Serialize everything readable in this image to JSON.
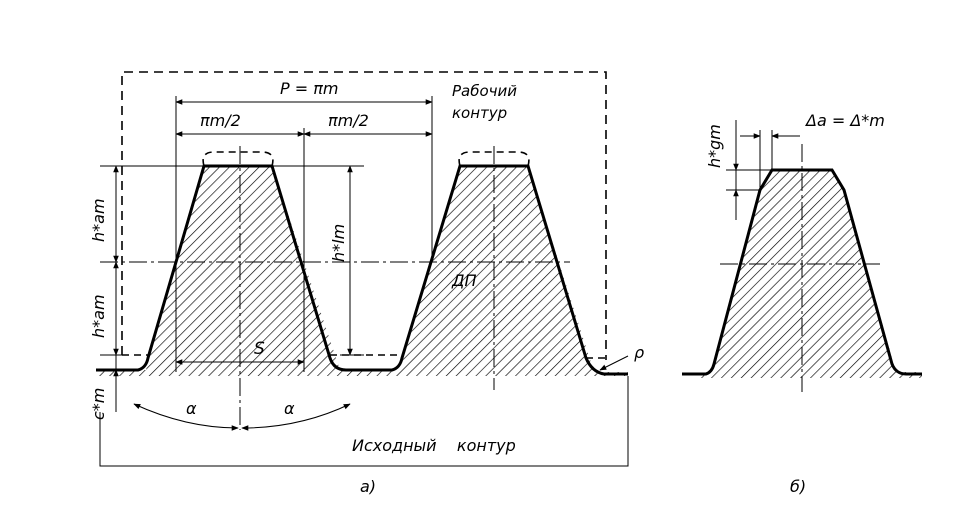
{
  "figure_a": {
    "label": "а)",
    "pitch_label": "P = πm",
    "half_pitch_left": "πm/2",
    "half_pitch_right": "πm/2",
    "working_contour_line1": "Рабочий",
    "working_contour_line2": "контур",
    "addendum_label": "h*am",
    "dedendum_label": "h*am",
    "working_depth_label": "h*lm",
    "clearance_label": "c*m",
    "thickness_label": "S",
    "angle_left": "α",
    "angle_right": "α",
    "datum_line_label": "ДП",
    "fillet_label": "ρ",
    "basic_contour_label": "Исходный    контур"
  },
  "figure_b": {
    "label": "б)",
    "modification_height_label": "h*gm",
    "modification_depth_label": "Δa = Δ*m"
  }
}
